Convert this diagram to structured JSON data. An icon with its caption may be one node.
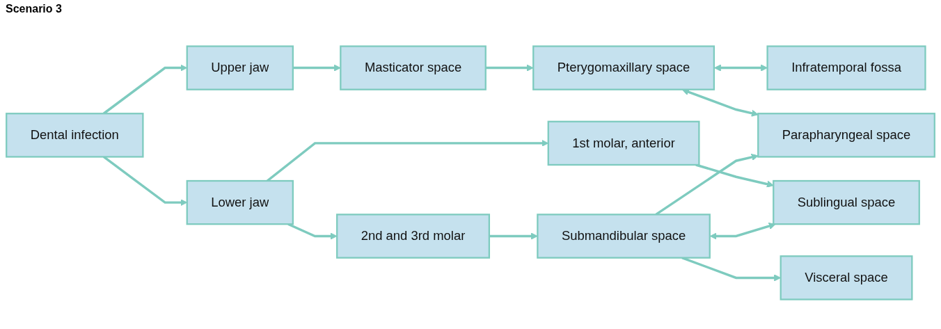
{
  "diagram": {
    "title": "Scenario 3",
    "nodes": [
      {
        "text": [
          "Dental infection"
        ]
      },
      {
        "text": [
          "Upper jaw"
        ]
      },
      {
        "text": [
          "Lower jaw"
        ]
      },
      {
        "text": [
          "Masticator space"
        ]
      },
      {
        "text": [
          "Pterygomaxillary space"
        ]
      },
      {
        "text": [
          "Infratemporal fossa"
        ]
      },
      {
        "text": [
          "2nd and 3rd molar"
        ]
      },
      {
        "text": [
          "1st molar, anterior"
        ]
      },
      {
        "text": [
          "Submandibular space"
        ]
      },
      {
        "text": [
          "Sublingual space"
        ]
      },
      {
        "text": [
          "Parapharyngeal space"
        ]
      },
      {
        "text": [
          "Visceral space"
        ]
      }
    ],
    "edges": [
      {
        "from": 0,
        "to": 1,
        "arrow": "to"
      },
      {
        "from": 0,
        "to": 2,
        "arrow": "to"
      },
      {
        "from": 1,
        "to": 3,
        "arrow": "to"
      },
      {
        "from": 3,
        "to": 4,
        "arrow": "to"
      },
      {
        "from": 4,
        "to": 5,
        "arrow": "both"
      },
      {
        "from": 4,
        "to": 10,
        "arrow": "both"
      },
      {
        "from": 2,
        "to": 6,
        "arrow": "to"
      },
      {
        "from": 2,
        "to": 7,
        "arrow": "to"
      },
      {
        "from": 6,
        "to": 8,
        "arrow": "to"
      },
      {
        "from": 7,
        "to": 9,
        "arrow": "to"
      },
      {
        "from": 8,
        "to": 9,
        "arrow": "both"
      },
      {
        "from": 8,
        "to": 10,
        "arrow": "to"
      },
      {
        "from": 8,
        "to": 11,
        "arrow": "to"
      }
    ]
  }
}
